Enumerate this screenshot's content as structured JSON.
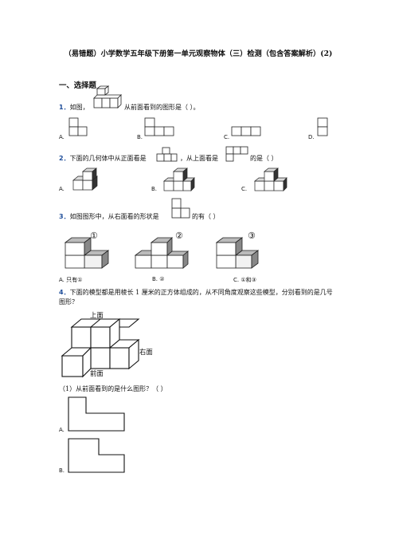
{
  "doc": {
    "title": "（易错题）小学数学五年级下册第一单元观察物体（三）检测（包含答案解析）(2)",
    "section": "一、选择题"
  },
  "q1": {
    "num": "1．",
    "pre": "如图，",
    "post": "从前面看到的图形是（    ）。",
    "options": [
      "A.",
      "B.",
      "C.",
      "D."
    ]
  },
  "q2": {
    "num": "2．",
    "text_a": "下面的几何体中从正面看是",
    "text_b": "，从上面看是",
    "text_c": "的是（     ）",
    "options": [
      "A.",
      "B.",
      "C."
    ]
  },
  "q3": {
    "num": "3．",
    "text_a": "如图图形中，从右面看的形状是",
    "text_b": "的有（    ）",
    "circles": [
      "①",
      "②",
      "③"
    ],
    "opt_a": "A. 只有①",
    "opt_b": "B. ②",
    "opt_c": "C. ①和③"
  },
  "q4": {
    "num": "4．",
    "text": "下面的模型都是用棱长 1 厘米的正方体组成的，从不同角度观察这些模型，分别看到的是几号图形？",
    "label_top": "上面",
    "label_right": "右面",
    "label_front": "前面",
    "sub1": "（1）从前面看到的是什么图形？（    ）",
    "options": [
      "A.",
      "B."
    ]
  }
}
